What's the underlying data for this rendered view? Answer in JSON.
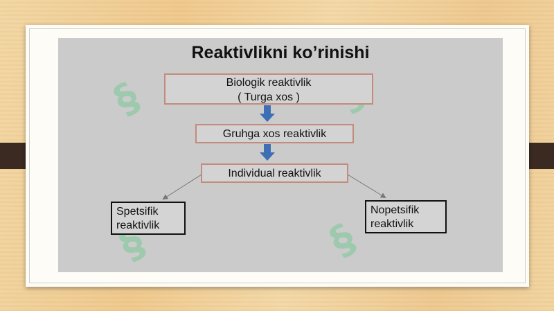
{
  "slide": {
    "title": "Reaktivlikni ko’rinishi",
    "boxes": {
      "biologik_line1": "Biologik reaktivlik",
      "biologik_line2": "( Turga xos )",
      "gruhga": "Gruhga xos reaktivlik",
      "individual": "Individual reaktivlik",
      "spetsifik_line1": "Spetsifik",
      "spetsifik_line2": "reaktivlik",
      "nopetsifik_line1": "Nopetsifik",
      "nopetsifik_line2": "reaktivlik"
    }
  },
  "colors": {
    "background_wood": "#efc98d",
    "panel": "#cbcbcb",
    "box_border": "#c38b7d",
    "arrow": "#3d6fb4",
    "tab": "#3a2a22"
  }
}
